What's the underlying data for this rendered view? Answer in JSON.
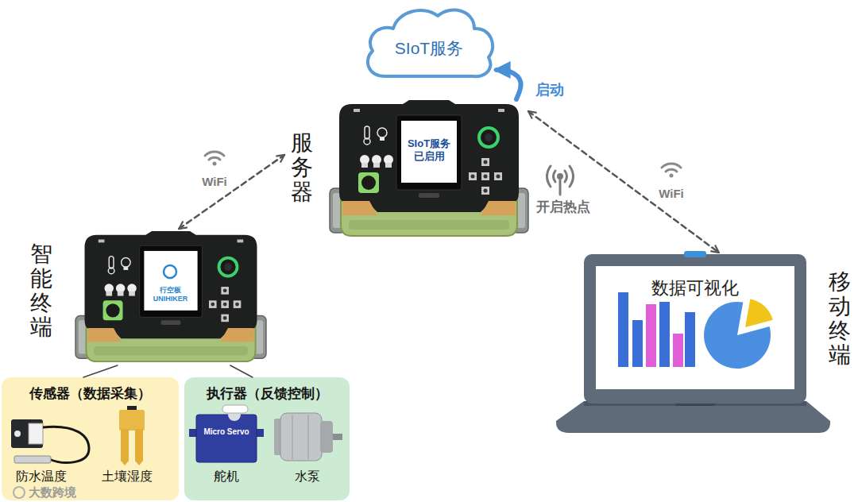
{
  "diagram": {
    "nodes": [
      {
        "text": [
          "SIoT服务"
        ]
      },
      {
        "text": [
          "服务器"
        ]
      },
      {
        "text": [
          "SIoT服务 已启用"
        ],
        "in": 1
      },
      {
        "text": [
          "智能终端"
        ]
      },
      {
        "text": [
          "行空板 UNIHIKER"
        ],
        "in": 3
      },
      {
        "text": [
          "移动终端"
        ]
      },
      {
        "text": [
          "数据可视化"
        ],
        "in": 5
      },
      {
        "text": [
          "传感器（数据采集）"
        ]
      },
      {
        "text": [
          "执行器（反馈控制）"
        ]
      }
    ],
    "edges": [
      {
        "from": 3,
        "to": 1,
        "arrow": "both"
      },
      {
        "from": 1,
        "to": 5,
        "arrow": "both"
      },
      {
        "from": 1,
        "to": 0,
        "arrow": "to",
        "label": "启动"
      },
      {
        "from": 3,
        "to": 7,
        "arrow": "none"
      },
      {
        "from": 3,
        "to": 8,
        "arrow": "none"
      }
    ],
    "labels": [
      "WiFi",
      "WiFi",
      "开启热点",
      "Micro Servo",
      "防水温度",
      "土壤湿度",
      "舵机",
      "水泵",
      "大数跨境"
    ]
  }
}
